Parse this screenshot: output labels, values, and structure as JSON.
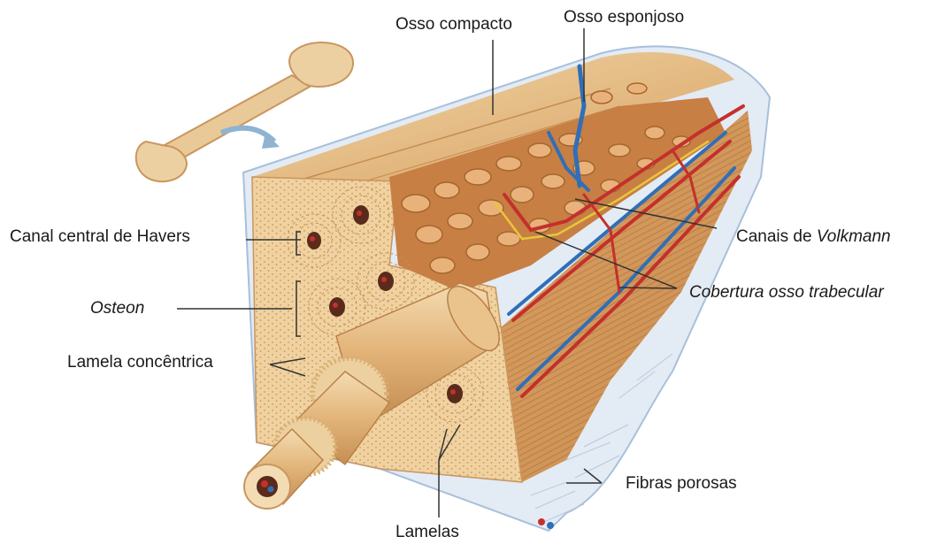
{
  "labels": {
    "osso_compacto": "Osso compacto",
    "osso_esponjoso": "Osso esponjoso",
    "canal_havers": "Canal central de Havers",
    "canais_volkmann_prefix": "Canais de ",
    "canais_volkmann_name": "Volkmann",
    "osteon": "Osteon",
    "cobertura": "Cobertura osso trabecular",
    "lamela_concentrica": "Lamela concêntrica",
    "fibras_porosas": "Fibras porosas",
    "lamelas": "Lamelas"
  },
  "colors": {
    "bone_light": "#f3dcb4",
    "bone_mid": "#e7bf86",
    "bone_dark": "#c98c4f",
    "spongy": "#d68f55",
    "artery": "#c4302b",
    "vein": "#2f6fb8",
    "nerve": "#e8c63a",
    "periosteum": "#dbe5f2",
    "leader": "#333333"
  }
}
